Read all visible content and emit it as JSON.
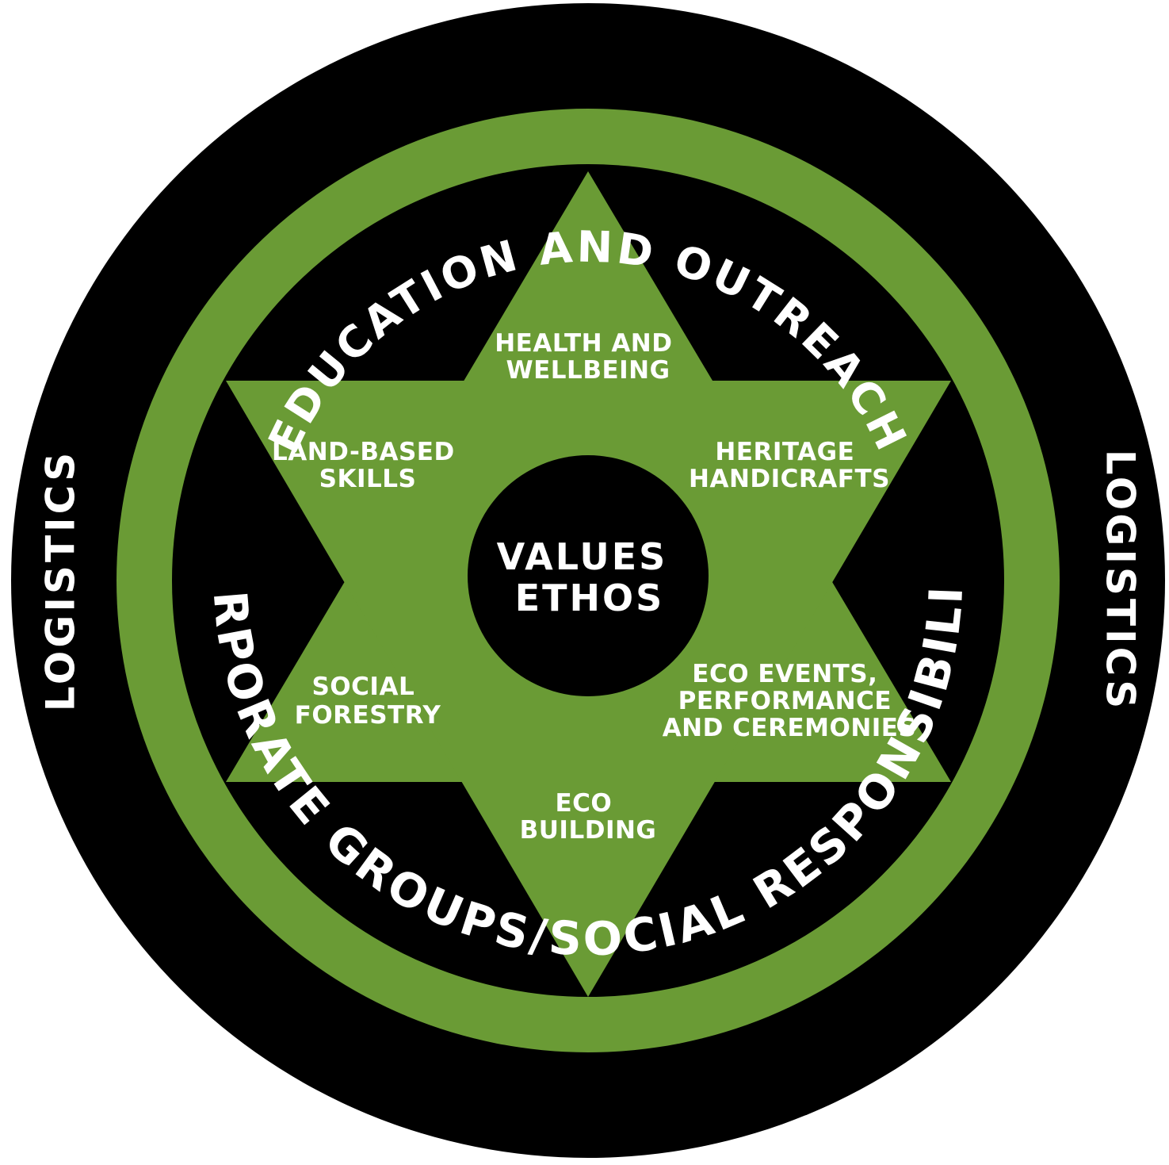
{
  "colors": {
    "green": "#6a9b35",
    "black": "#000000",
    "text": "#ffffff",
    "background": "#ffffff"
  },
  "outer_ring": {
    "top_label": "EDUCATION AND OUTREACH",
    "bottom_label": "CORPORATE GROUPS/SOCIAL RESPONSIBILITY"
  },
  "sides": {
    "left_label": "LOGISTICS",
    "right_label": "LOGISTICS"
  },
  "star_points": {
    "top": [
      "HEALTH AND",
      "WELLBEING"
    ],
    "upper_left": [
      "LAND-BASED",
      "SKILLS"
    ],
    "upper_right": [
      "HERITAGE",
      "HANDICRAFTS"
    ],
    "lower_left": [
      "SOCIAL",
      "FORESTRY"
    ],
    "lower_right": [
      "ECO EVENTS,",
      "PERFORMANCE",
      "AND CEREMONIES"
    ],
    "bottom": [
      "ECO",
      "BUILDING"
    ]
  },
  "center": {
    "line1": "VALUES",
    "line2": "ETHOS"
  }
}
